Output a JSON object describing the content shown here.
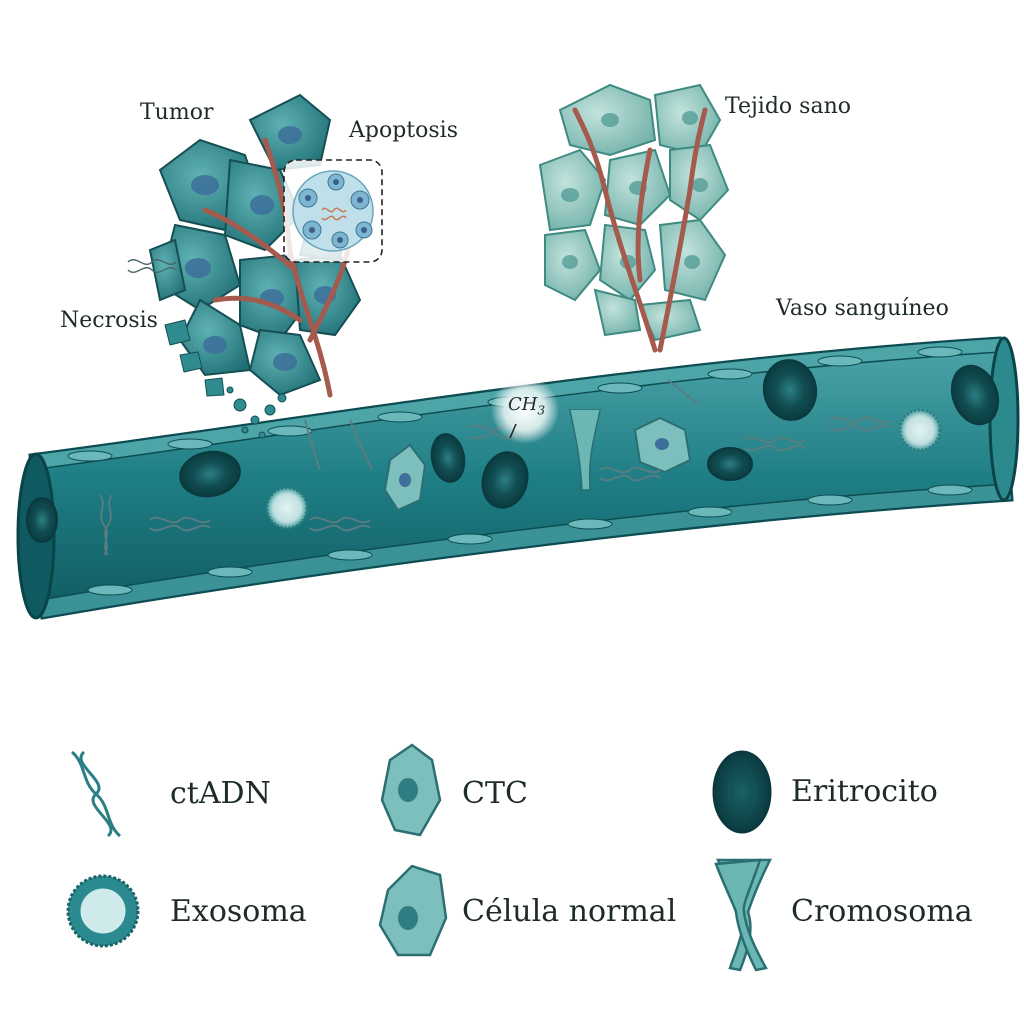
{
  "labels": {
    "tumor": "Tumor",
    "apoptosis": "Apoptosis",
    "necrosis": "Necrosis",
    "healthy_tissue": "Tejido sano",
    "blood_vessel": "Vaso sanguíneo",
    "methyl": "CH",
    "methyl_sub": "3"
  },
  "legend": {
    "ctdna": "ctADN",
    "ctc": "CTC",
    "erythrocyte": "Eritrocito",
    "exosome": "Exosoma",
    "normal_cell": "Célula normal",
    "chromosome": "Cromosoma"
  },
  "colors": {
    "vessel": "#23868c",
    "vessel_dark": "#0f5a60",
    "tumor": "#2f8b90",
    "healthy": "#8fc7c0",
    "capillary": "#a45a4c",
    "erythrocyte": "#145a5e"
  }
}
